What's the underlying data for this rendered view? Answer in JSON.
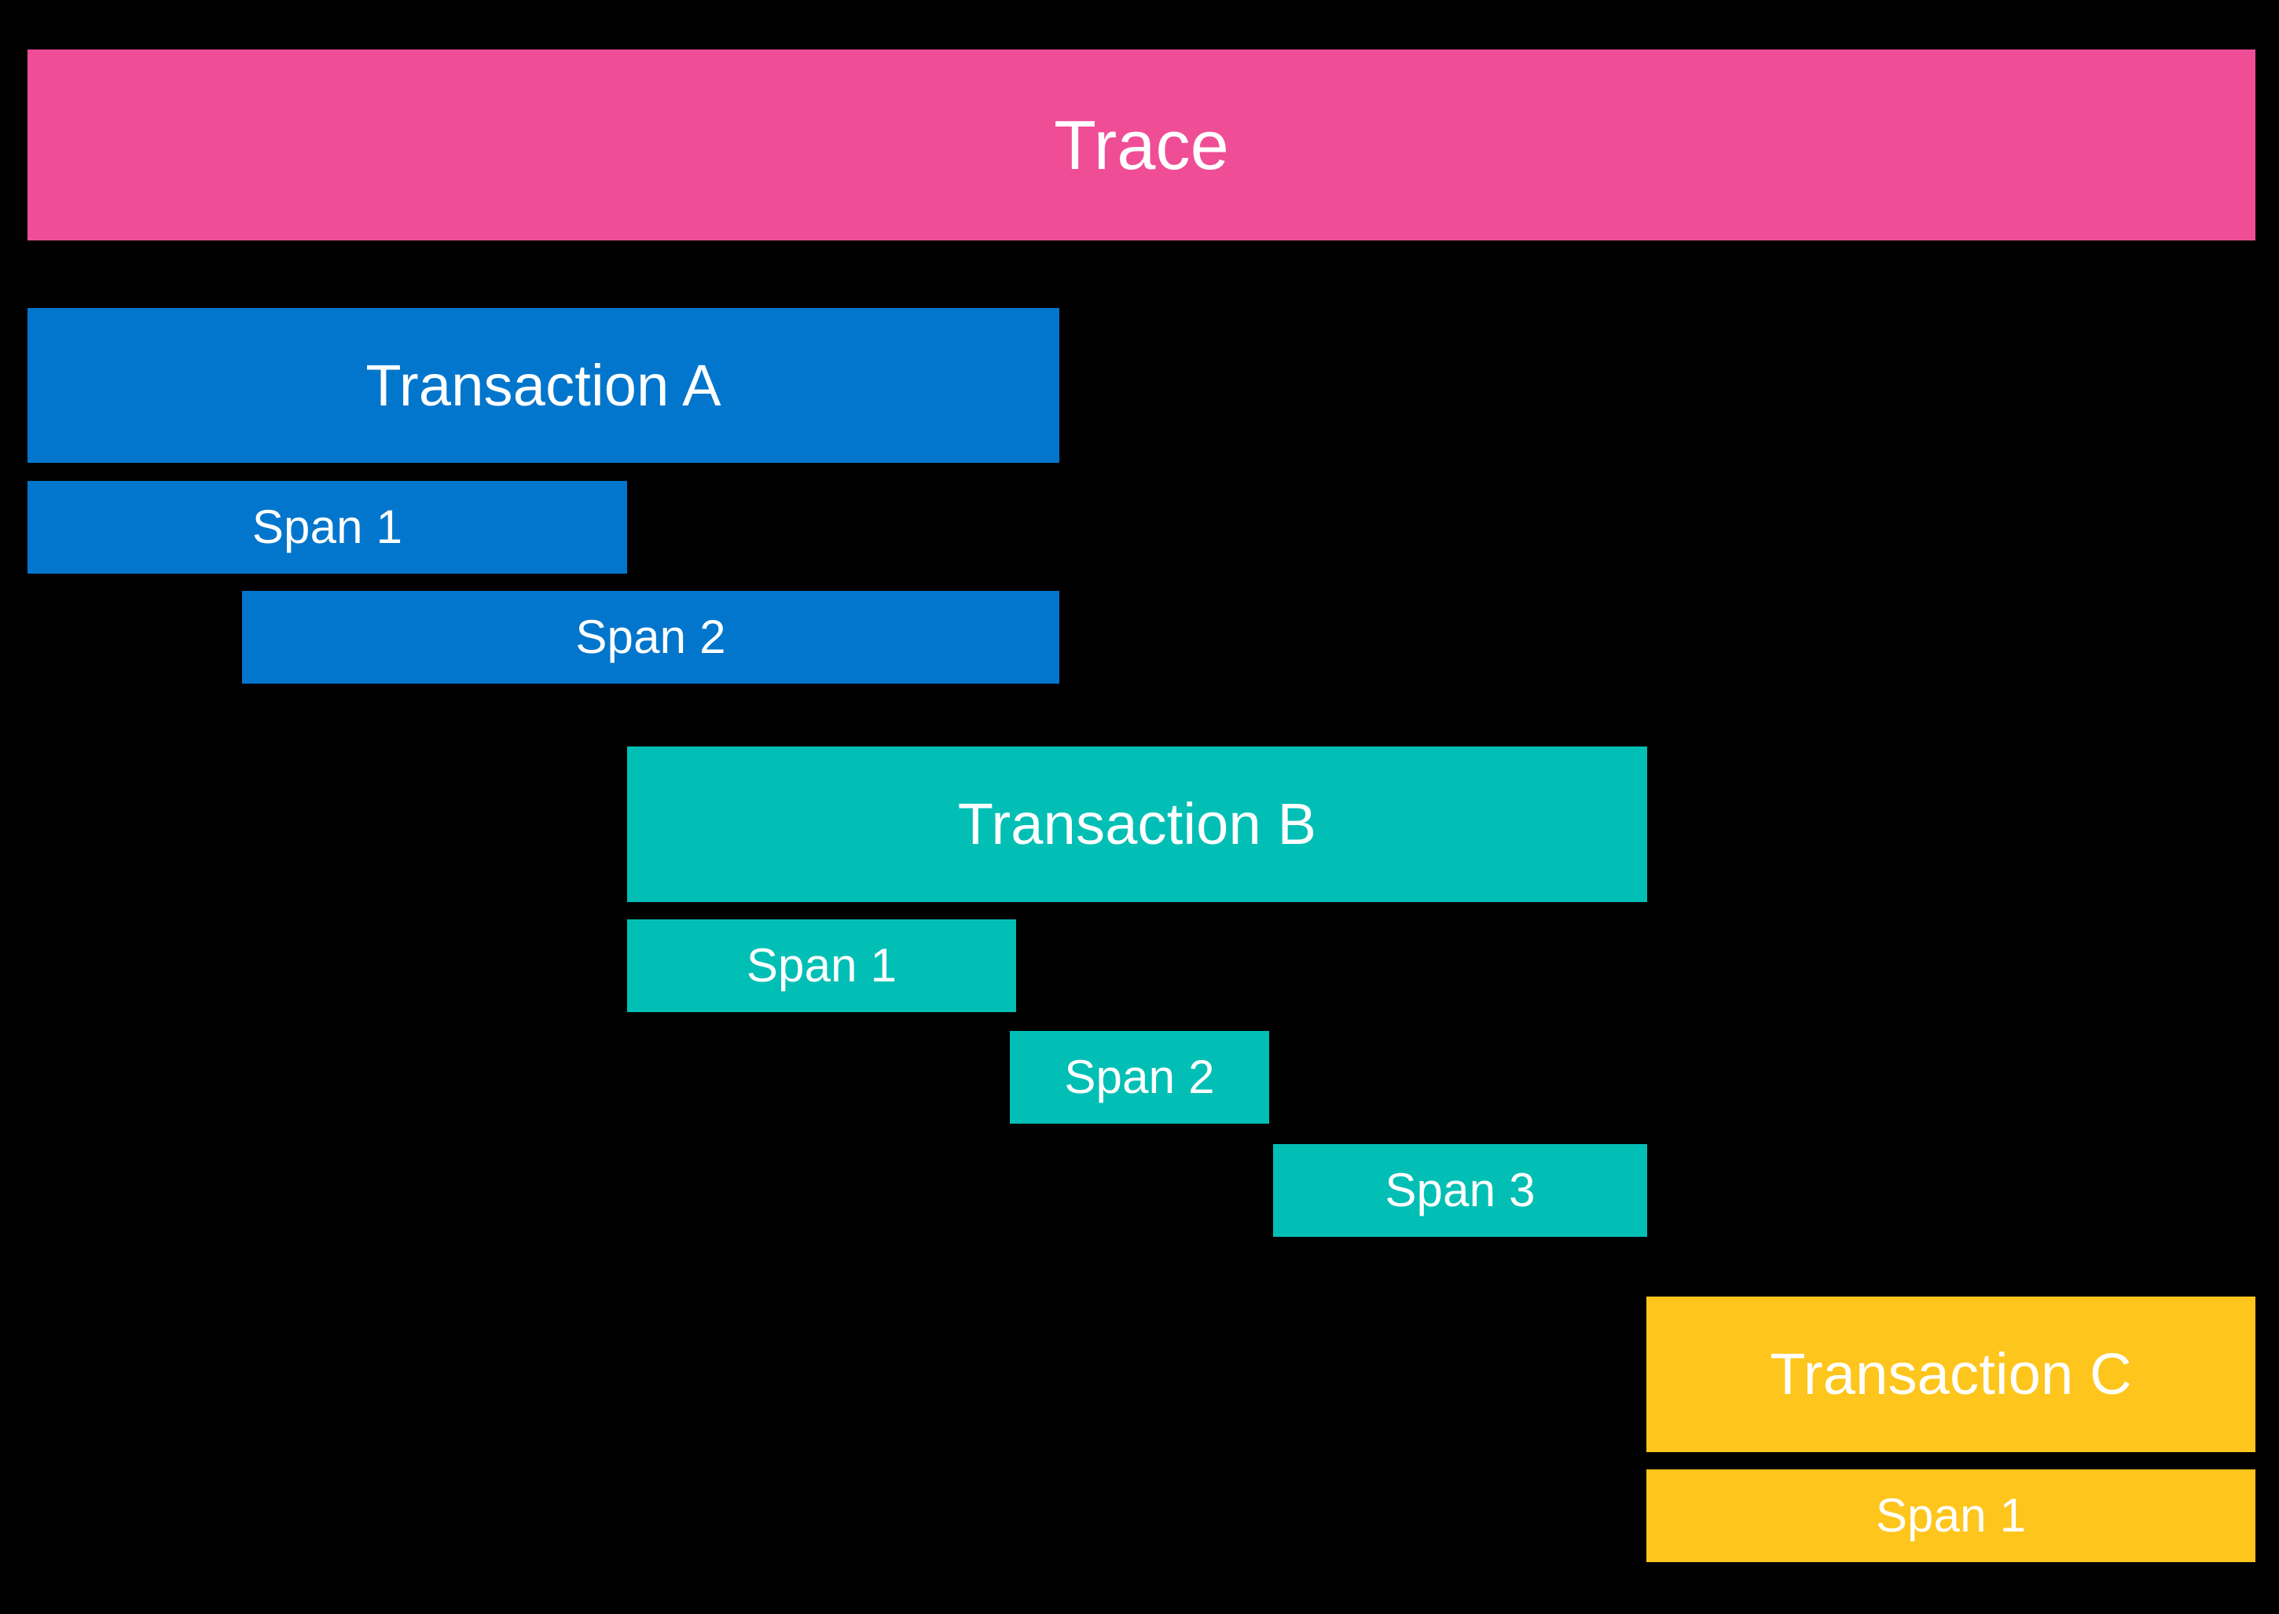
{
  "diagram": {
    "title": "Trace",
    "background_color": "#000000",
    "label_color": "#ffffff",
    "trace": {
      "label": "Trace",
      "color": "#EF4E97"
    },
    "transactions": [
      {
        "label": "Transaction A",
        "color": "#0276CC",
        "spans": [
          {
            "label": "Span 1"
          },
          {
            "label": "Span 2"
          }
        ]
      },
      {
        "label": "Transaction B",
        "color": "#02BFB5",
        "spans": [
          {
            "label": "Span 1"
          },
          {
            "label": "Span 2"
          },
          {
            "label": "Span 3"
          }
        ]
      },
      {
        "label": "Transaction C",
        "color": "#FEC51C",
        "spans": [
          {
            "label": "Span 1"
          }
        ]
      }
    ]
  }
}
